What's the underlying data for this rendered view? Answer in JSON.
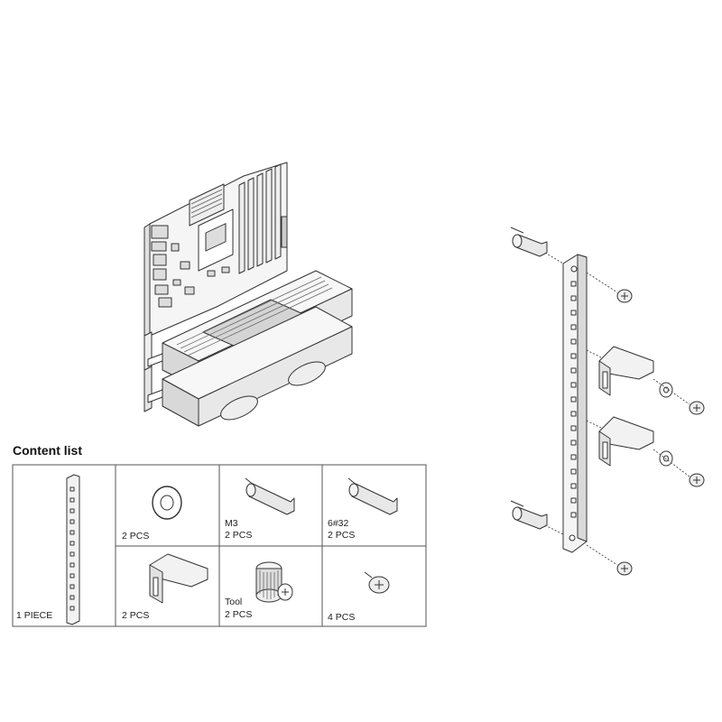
{
  "content_list": {
    "title": "Content list",
    "cells": [
      {
        "id": "bracket",
        "qty": "1 PIECE",
        "sub": ""
      },
      {
        "id": "washer",
        "qty": "2 PCS",
        "sub": ""
      },
      {
        "id": "standoff-m3",
        "qty": "2 PCS",
        "sub": "M3"
      },
      {
        "id": "standoff-6-32",
        "qty": "2 PCS",
        "sub": "6#32"
      },
      {
        "id": "support-clip",
        "qty": "2 PCS",
        "sub": ""
      },
      {
        "id": "tool",
        "qty": "2 PCS",
        "sub": "Tool"
      },
      {
        "id": "screw",
        "qty": "4 PCS",
        "sub": ""
      }
    ]
  },
  "colors": {
    "line": "#333333",
    "fill_light": "#f2f2f2",
    "fill_mid": "#d9d9d9",
    "fill_dark": "#9a9a9a"
  }
}
